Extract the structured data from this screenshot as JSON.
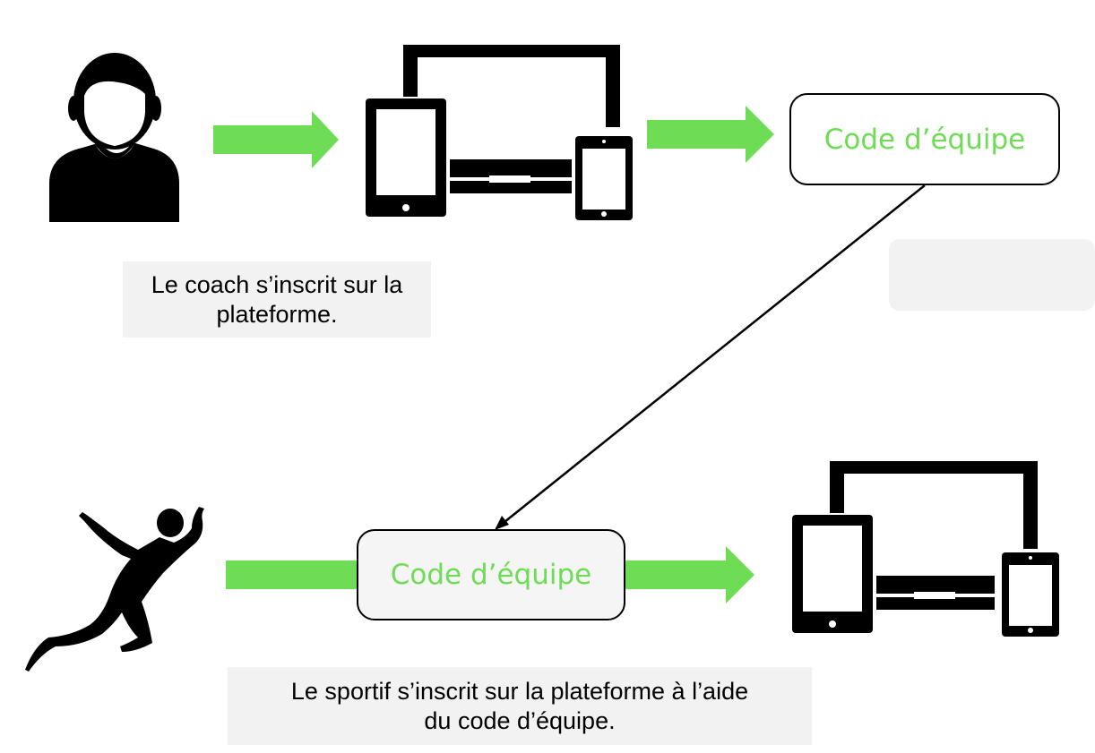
{
  "colors": {
    "arrow": "#6fdc56",
    "code_text": "#6fdc56",
    "icon": "#000000",
    "caption_bg": "#f2f2f2",
    "lower_box_bg": "#f5f5f5"
  },
  "steps": {
    "coach": {
      "icon": "coach-person-icon",
      "caption": "Le coach s’inscrit sur la plateforme."
    },
    "coach_devices": {
      "icon": "devices-icon"
    },
    "team_code_top": {
      "label": "Code d’équipe"
    },
    "athlete": {
      "icon": "runner-icon",
      "caption": "Le sportif s’inscrit sur la plateforme à l’aide du code d’équipe."
    },
    "team_code_bottom": {
      "label": "Code d’équipe"
    },
    "athlete_devices": {
      "icon": "devices-icon"
    }
  }
}
